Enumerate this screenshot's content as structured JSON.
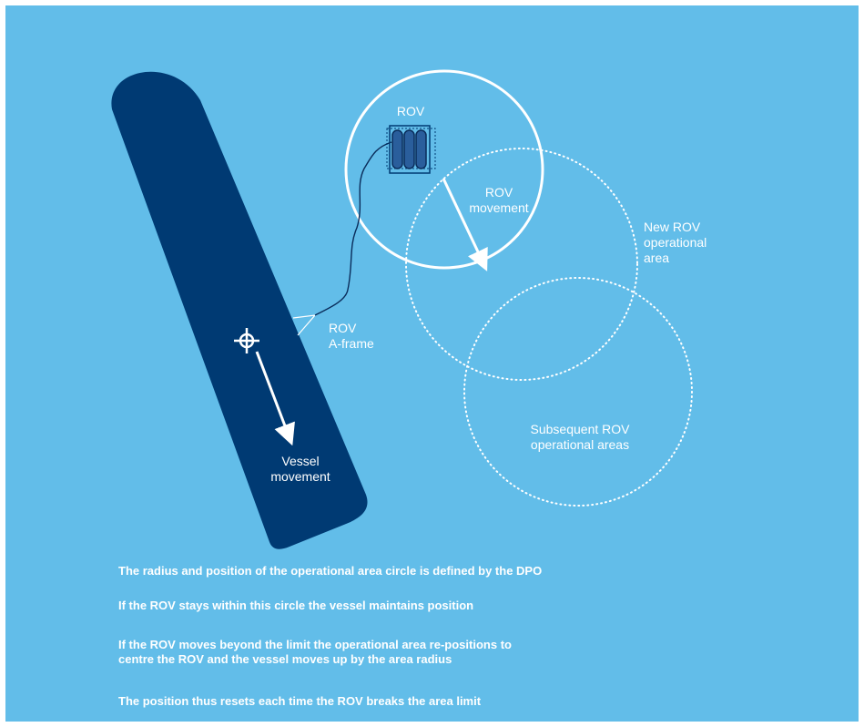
{
  "labels": {
    "rov": "ROV",
    "rov_movement": "ROV\nmovement",
    "new_area": "New ROV\noperational\narea",
    "a_frame": "ROV\nA-frame",
    "vessel_movement": "Vessel\nmovement",
    "subsequent_areas": "Subsequent ROV\noperational areas"
  },
  "notes": [
    "The radius and position of the operational area circle is defined by the DPO",
    "If the ROV stays within this circle the vessel maintains position",
    "If the ROV moves beyond the limit the operational area re-positions to\ncentre the ROV and the vessel moves up by the area radius",
    "The position thus resets each time the ROV breaks the area limit"
  ],
  "colors": {
    "background": "#62bde9",
    "vessel": "#003a73",
    "rov_body": "#2a5e9c",
    "text": "#ffffff"
  },
  "icons": {
    "position_marker": "crosshair-icon"
  }
}
